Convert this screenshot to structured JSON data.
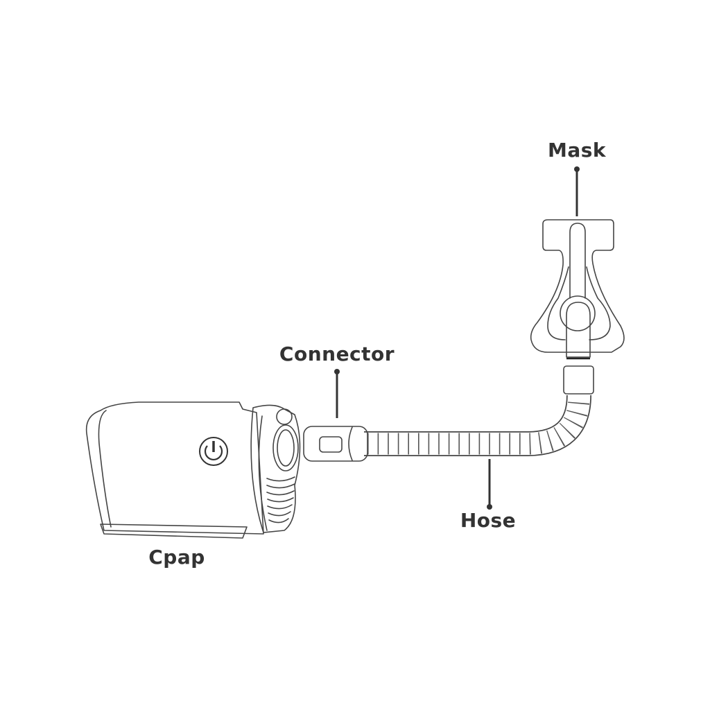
{
  "labels": {
    "mask": "Mask",
    "connector": "Connector",
    "hose": "Hose",
    "cpap": "Cpap"
  },
  "icons": [
    "power-icon"
  ],
  "colors": {
    "line": "#444444",
    "text": "#333333",
    "background": "#ffffff"
  }
}
